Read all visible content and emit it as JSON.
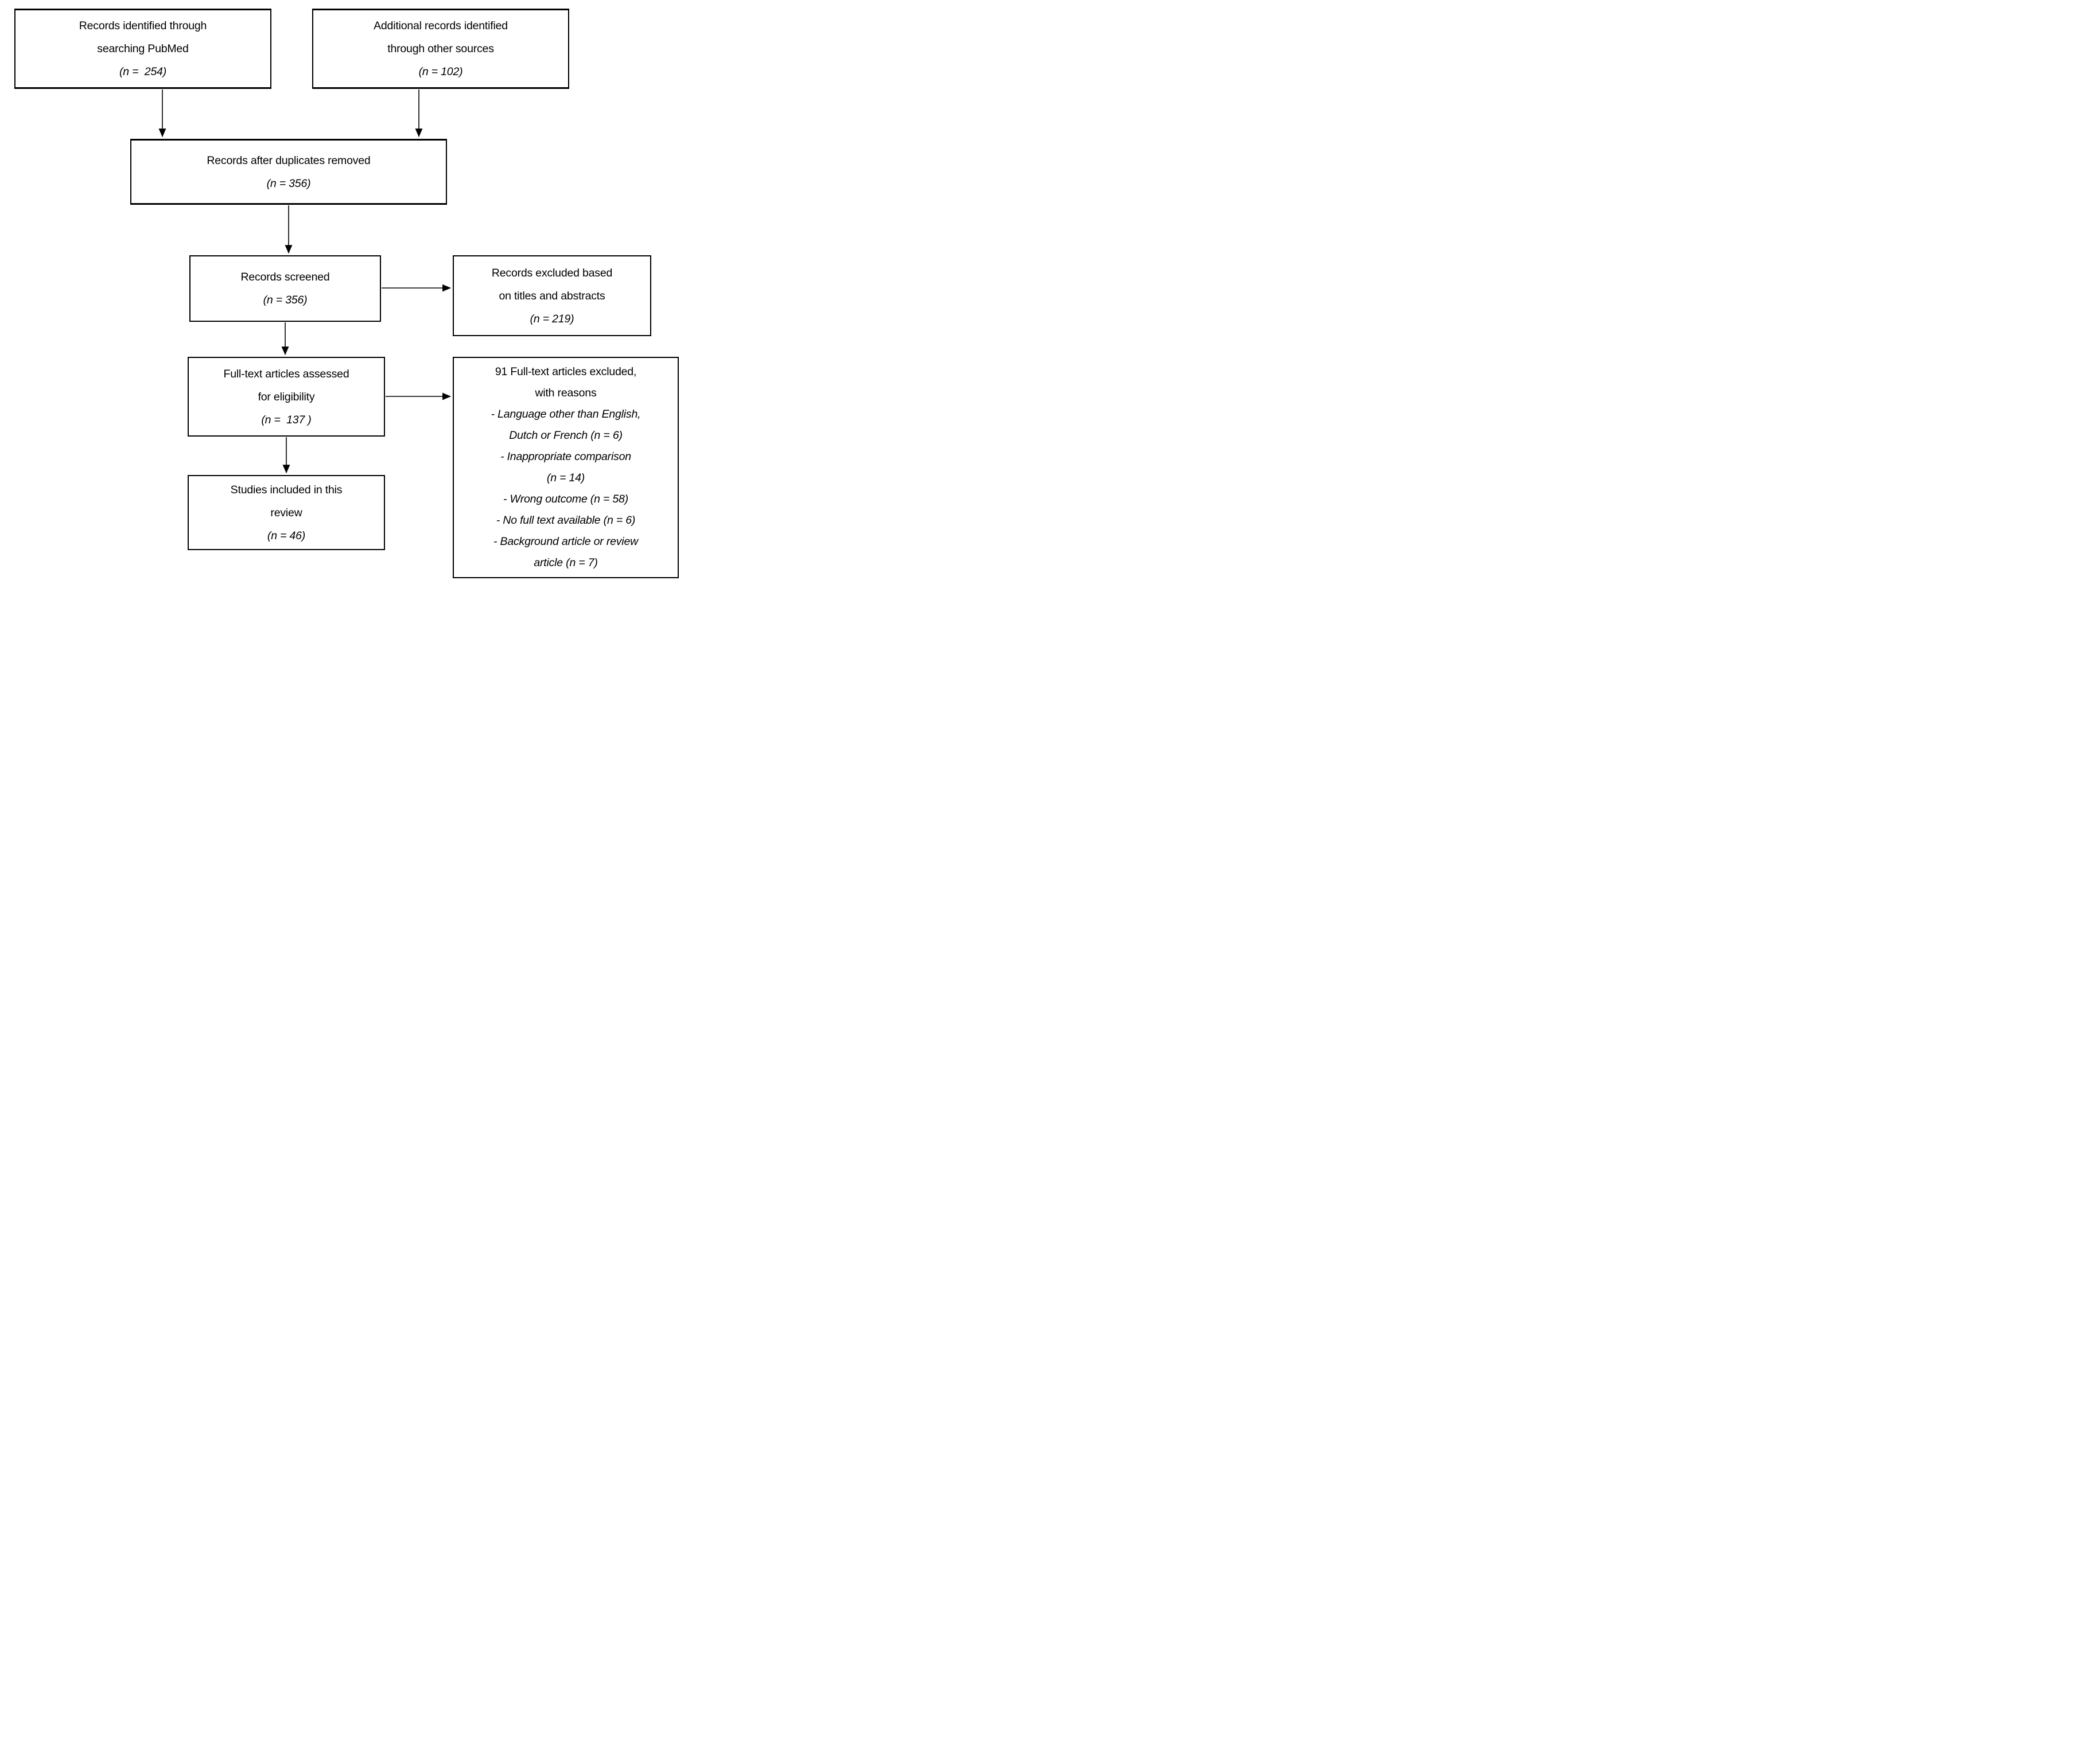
{
  "page": {
    "type": "prisma-flow-diagram",
    "colors": {
      "background": "#ffffff",
      "box_border": "#000000",
      "text": "#000000",
      "arrow": "#000000"
    }
  },
  "boxes": {
    "pubmed": {
      "lines": [
        "Records identified through",
        "searching PubMed"
      ],
      "n_label": "(n =  254)"
    },
    "other_sources": {
      "lines": [
        "Additional records identified",
        "through other sources"
      ],
      "n_label": "(n = 102)"
    },
    "after_duplicates": {
      "lines": [
        "Records after duplicates removed"
      ],
      "n_label": "(n = 356)"
    },
    "screened": {
      "lines": [
        "Records screened"
      ],
      "n_label": "(n = 356)"
    },
    "excluded_titles": {
      "lines": [
        "Records excluded based",
        "on titles and abstracts"
      ],
      "n_label": "(n = 219)"
    },
    "fulltext_assessed": {
      "lines": [
        "Full-text articles assessed",
        "for eligibility"
      ],
      "n_label": "(n =  137 )"
    },
    "fulltext_excluded": {
      "lines": [
        "91 Full-text articles excluded,",
        "with reasons"
      ],
      "reasons": [
        "- Language other than English,",
        "Dutch or French (n = 6)",
        "- Inappropriate comparison",
        "(n = 14)",
        "- Wrong outcome (n = 58)",
        "- No full text available (n = 6)",
        "- Background article or review",
        "article (n = 7)"
      ]
    },
    "included": {
      "lines": [
        "Studies included in this",
        "review"
      ],
      "n_label": "(n = 46)"
    }
  }
}
